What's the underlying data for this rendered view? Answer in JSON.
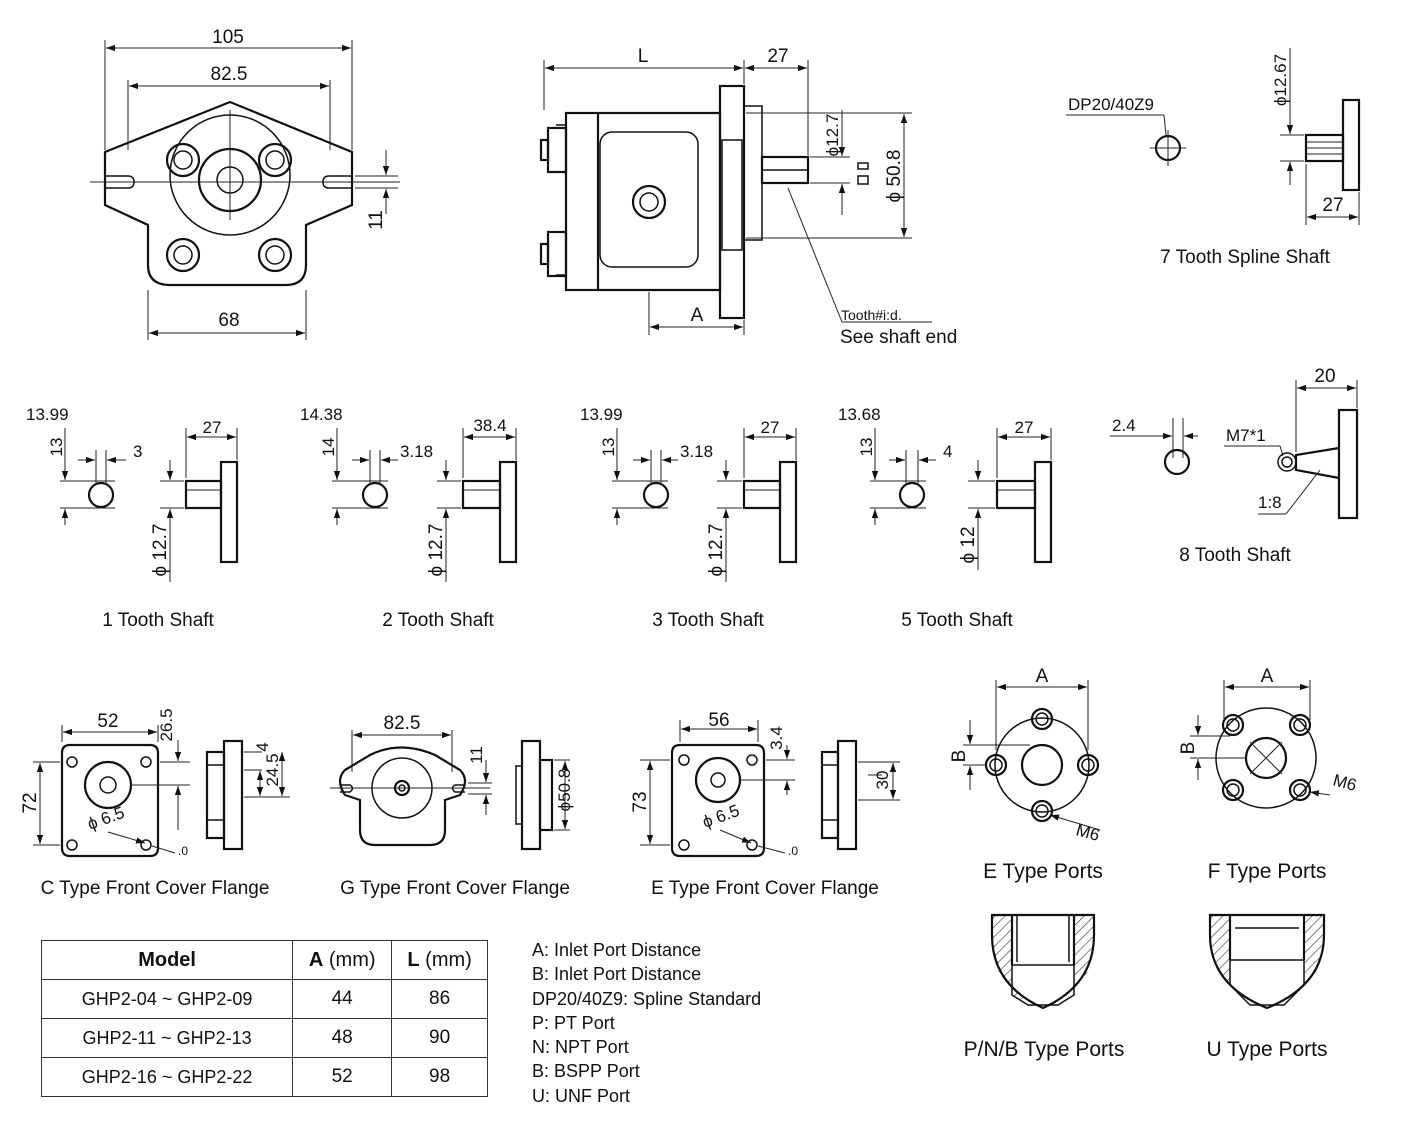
{
  "front_view": {
    "width_total": "105",
    "bolt_spacing_top": "82.5",
    "bolt_spacing_bottom": "68",
    "slot_width": "11"
  },
  "side_view": {
    "length": "L",
    "shaft_length": "27",
    "shaft_dia": "12.7",
    "pilot_dia": "50.8",
    "port_distance": "A",
    "tooth_note": "Tooth#i:d.",
    "see_shaft_end": "See shaft end"
  },
  "spline_shaft": {
    "standard": "DP20/40Z9",
    "diameter": "12.67",
    "length": "27",
    "caption": "7 Tooth Spline Shaft"
  },
  "tooth_shafts": [
    {
      "key_height": "13.99",
      "height": "13",
      "key_width": "3",
      "length": "27",
      "dia": "12.7",
      "caption": "1 Tooth Shaft"
    },
    {
      "key_height": "14.38",
      "height": "14",
      "key_width": "3.18",
      "length": "38.4",
      "dia": "12.7",
      "caption": "2 Tooth Shaft"
    },
    {
      "key_height": "13.99",
      "height": "13",
      "key_width": "3.18",
      "length": "27",
      "dia": "12.7",
      "caption": "3 Tooth Shaft"
    },
    {
      "key_height": "13.68",
      "height": "13",
      "key_width": "4",
      "length": "27",
      "dia": "12",
      "caption": "5 Tooth Shaft"
    }
  ],
  "taper_shaft": {
    "key_width": "2.4",
    "thread": "M7*1",
    "length": "20",
    "taper": "1:8",
    "caption": "8 Tooth Shaft"
  },
  "flanges": [
    {
      "caption": "C Type Front Cover Flange",
      "width": "52",
      "height": "72",
      "offset": "26.5",
      "hole": "6.5",
      "pilot": "24.5",
      "step": "4"
    },
    {
      "caption": "G Type Front Cover Flange",
      "width": "82.5",
      "slot": "11",
      "pilot": "50.8"
    },
    {
      "caption": "E Type Front Cover Flange",
      "width": "56",
      "height": "73",
      "offset": "3.4",
      "hole": "6.5",
      "pilot": "30"
    }
  ],
  "port_types": {
    "e": {
      "caption": "E Type Ports",
      "a_label": "A",
      "b_label": "B",
      "thread": "M6"
    },
    "f": {
      "caption": "F Type Ports",
      "a_label": "A",
      "b_label": "B",
      "thread": "M6"
    },
    "pnb": {
      "caption": "P/N/B Type Ports"
    },
    "u": {
      "caption": "U Type Ports"
    }
  },
  "table": {
    "headers": {
      "model": "Model",
      "a_bold": "A",
      "a_unit": " (mm)",
      "l_bold": "L",
      "l_unit": " (mm)"
    },
    "rows": [
      {
        "model": "GHP2-04 ~ GHP2-09",
        "a": "44",
        "l": "86"
      },
      {
        "model": "GHP2-11 ~ GHP2-13",
        "a": "48",
        "l": "90"
      },
      {
        "model": "GHP2-16 ~ GHP2-22",
        "a": "52",
        "l": "98"
      }
    ]
  },
  "legend": [
    "A: Inlet Port Distance",
    "B: Inlet Port Distance",
    "DP20/40Z9: Spline Standard",
    "P: PT Port",
    "N: NPT Port",
    "B: BSPP Port",
    "U: UNF Port"
  ]
}
